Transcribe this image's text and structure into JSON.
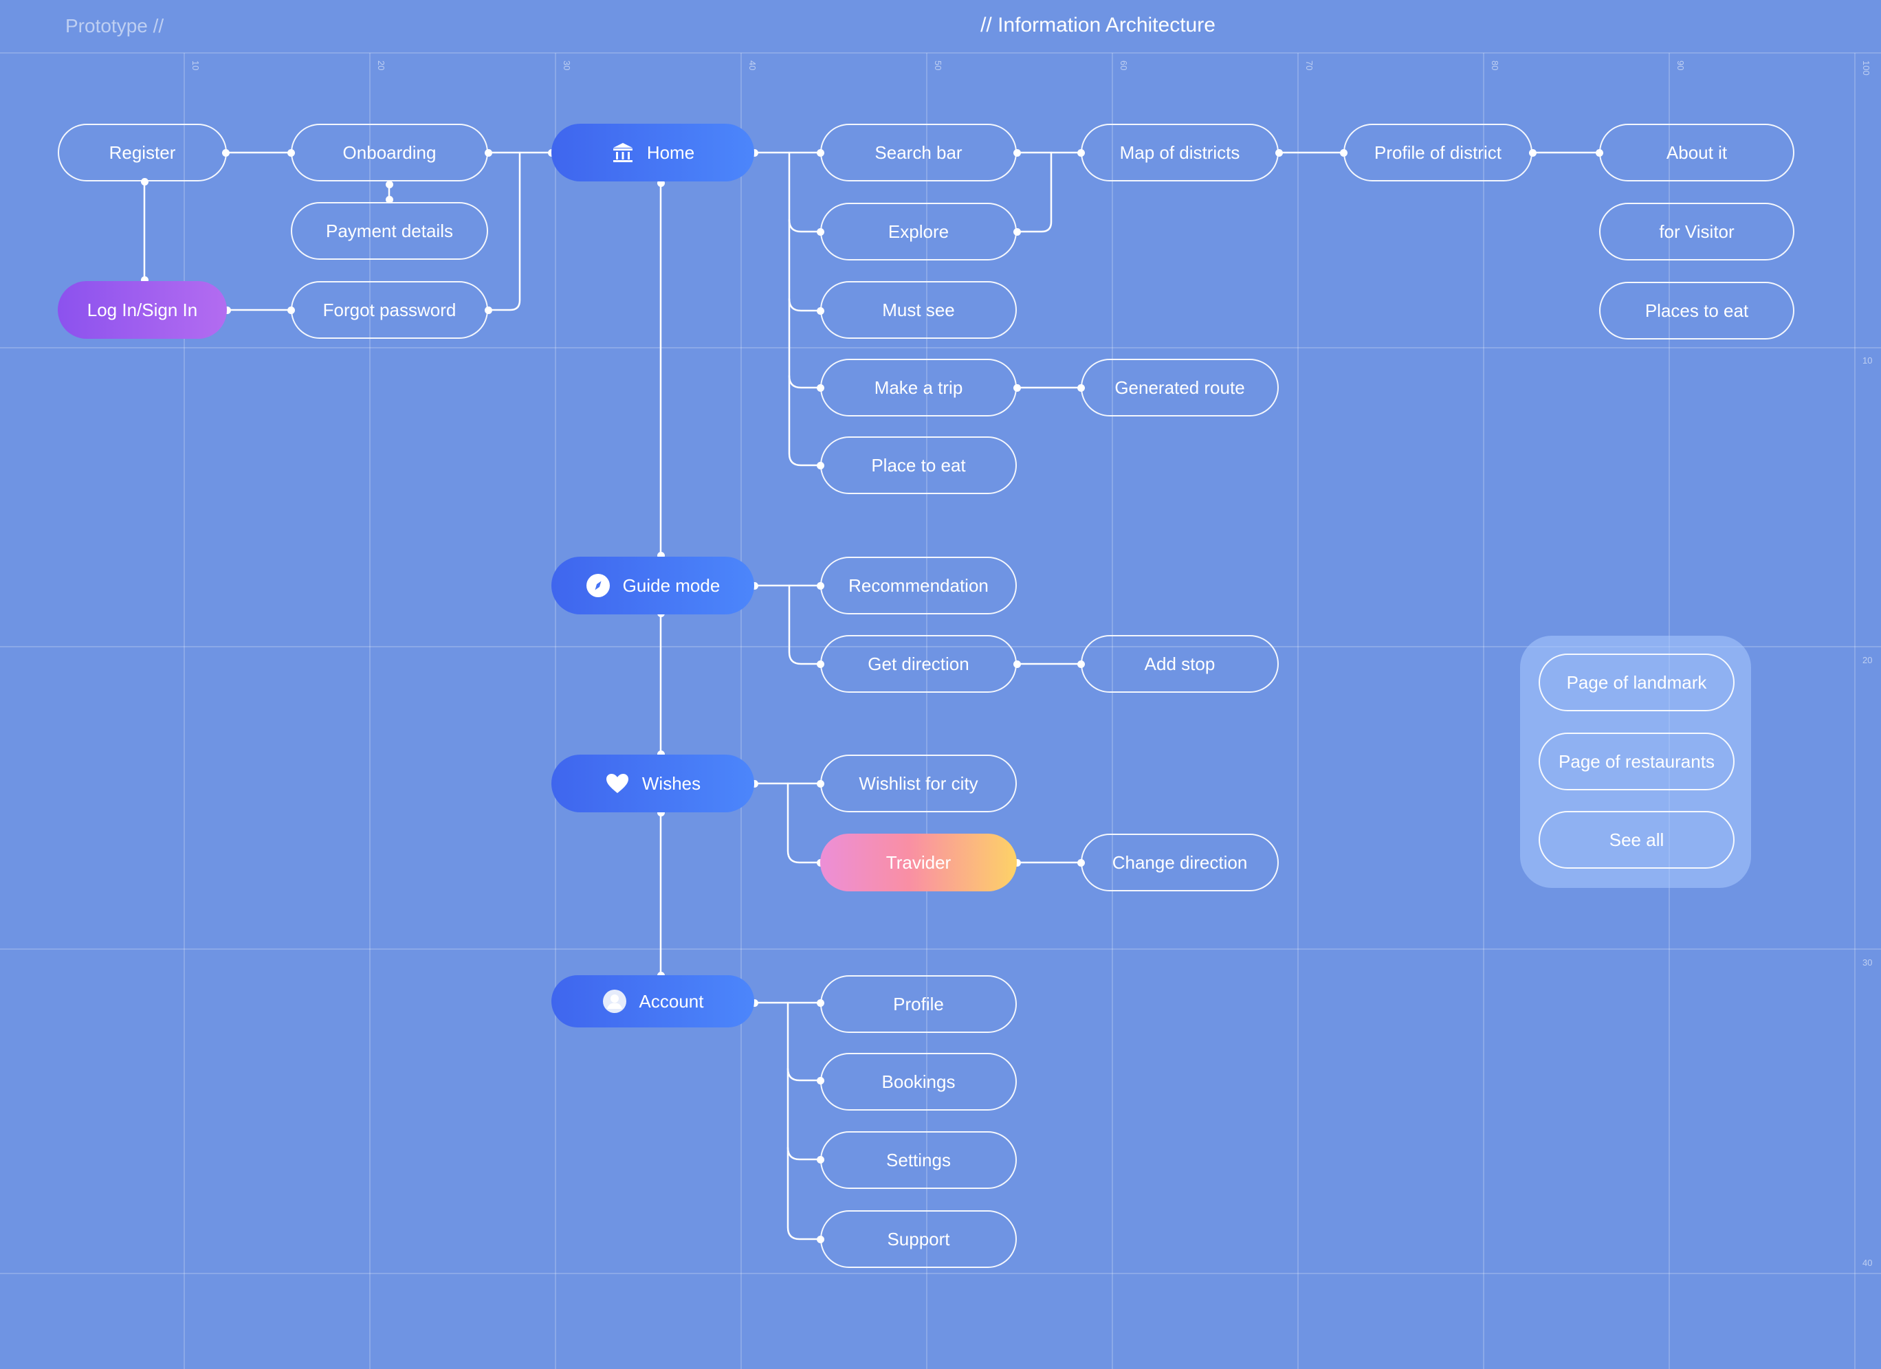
{
  "header": {
    "left_title": "Prototype //",
    "center_title": "// Information Architecture"
  },
  "ruler": {
    "top_ticks": [
      "10",
      "20",
      "30",
      "40",
      "50",
      "60",
      "70",
      "80",
      "90",
      "100"
    ],
    "right_ticks": [
      "10",
      "20",
      "30",
      "40"
    ]
  },
  "nodes": {
    "register": "Register",
    "onboarding": "Onboarding",
    "payment_details": "Payment details",
    "login": "Log In/Sign In",
    "forgot_password": "Forgot password",
    "home": "Home",
    "guide_mode": "Guide mode",
    "wishes": "Wishes",
    "account": "Account",
    "search_bar": "Search bar",
    "explore": "Explore",
    "must_see": "Must see",
    "make_a_trip": "Make a trip",
    "place_to_eat": "Place to eat",
    "map_of_districts": "Map of districts",
    "generated_route": "Generated route",
    "profile_of_district": "Profile of district",
    "about_it": "About it",
    "for_visitor": "for Visitor",
    "places_to_eat": "Places to eat",
    "recommendation": "Recommendation",
    "get_direction": "Get direction",
    "add_stop": "Add stop",
    "wishlist_for_city": "Wishlist for city",
    "travider": "Travider",
    "change_direction": "Change direction",
    "profile": "Profile",
    "bookings": "Bookings",
    "settings": "Settings",
    "support": "Support",
    "page_of_landmark": "Page of landmark",
    "page_of_restaurants": "Page of restaurants",
    "see_all": "See all"
  },
  "icons": {
    "home": "museum-icon",
    "guide_mode": "compass-icon",
    "wishes": "heart-icon",
    "account": "user-avatar-icon"
  },
  "colors": {
    "background": "#6f94e3",
    "main_node": "#4573f5",
    "login_node": "#9a5cef",
    "travider_start": "#ec8fd7",
    "travider_end": "#fdd267",
    "group_panel": "#9bb9f8"
  }
}
